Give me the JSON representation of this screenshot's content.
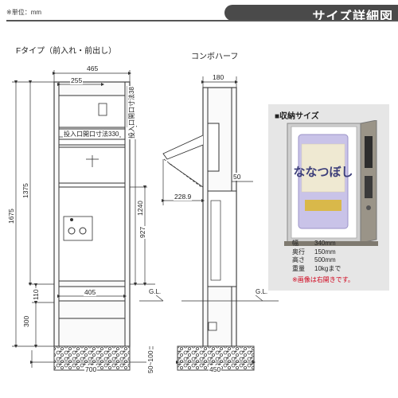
{
  "header": {
    "unit": "※単位：mm",
    "title": "サイズ詳細図"
  },
  "front_view": {
    "label": "Fタイプ（前入れ・前出し）",
    "dims": {
      "top_width": "465",
      "inner_width": "255",
      "opening_width": "405",
      "base_width": "700",
      "slot_label": "投入口開口寸法330",
      "right_label": "投入口開口寸法38",
      "total_height": "1675",
      "body_height": "1375",
      "h1240": "1240",
      "h927": "927",
      "h110": "110",
      "h300": "300",
      "depth_range": "50~100",
      "gl": "G.L."
    }
  },
  "side_view": {
    "label": "コンボハーフ",
    "dims": {
      "top_depth": "180",
      "arm": "228.9",
      "small": "50",
      "base_depth": "450",
      "gl": "G.L."
    }
  },
  "storage": {
    "title": "■収納サイズ",
    "rice_bag_text": "ななつぼし",
    "specs": [
      {
        "k": "幅",
        "v": "340mm"
      },
      {
        "k": "奥行",
        "v": "150mm"
      },
      {
        "k": "高さ",
        "v": "500mm"
      },
      {
        "k": "重量",
        "v": "10kgまで"
      }
    ],
    "note": "※画像は右開きです。",
    "colors": {
      "note": "#d0021b",
      "bag": "#c9c3e8",
      "cabinet": "#9a9488"
    }
  }
}
